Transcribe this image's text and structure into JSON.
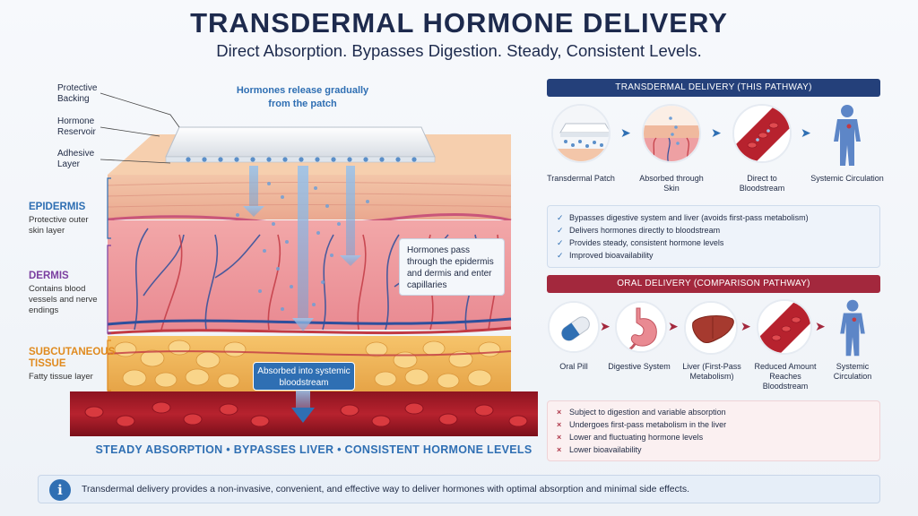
{
  "title": "TRANSDERMAL HORMONE DELIVERY",
  "subtitle": "Direct Absorption. Bypasses Digestion. Steady, Consistent Levels.",
  "diagram": {
    "patch_labels": {
      "protective_backing": "Protective Backing",
      "hormone_reservoir": "Hormone Reservoir",
      "adhesive_layer": "Adhesive Layer"
    },
    "release_callout": "Hormones release gradually from the patch",
    "layers": {
      "epidermis": {
        "title": "EPIDERMIS",
        "desc": "Protective outer skin layer",
        "color": "#2f6fb3"
      },
      "dermis": {
        "title": "DERMIS",
        "desc": "Contains blood vessels and nerve endings",
        "color": "#7b3fa0"
      },
      "subcutaneous": {
        "title": "SUBCUTANEOUS TISSUE",
        "desc": "Fatty tissue layer",
        "color": "#e08a1e"
      }
    },
    "pass_callout": "Hormones pass through the epidermis and dermis and enter capillaries",
    "absorbed_label": "Absorbed into systemic bloodstream",
    "bottom_tagline": "STEADY ABSORPTION • BYPASSES LIVER • CONSISTENT HORMONE LEVELS"
  },
  "transdermal": {
    "header": "TRANSDERMAL DELIVERY (THIS PATHWAY)",
    "steps": [
      {
        "label": "Transdermal Patch",
        "icon": "patch-icon"
      },
      {
        "label": "Absorbed through Skin",
        "icon": "skin-icon"
      },
      {
        "label": "Direct to Bloodstream",
        "icon": "blood-vessel-icon"
      },
      {
        "label": "Systemic Circulation",
        "icon": "body-icon"
      }
    ],
    "benefits": [
      "Bypasses digestive system and liver (avoids first-pass metabolism)",
      "Delivers hormones directly to bloodstream",
      "Provides steady, consistent hormone levels",
      "Improved bioavailability"
    ]
  },
  "oral": {
    "header": "ORAL DELIVERY (COMPARISON PATHWAY)",
    "steps": [
      {
        "label": "Oral Pill",
        "icon": "pill-icon"
      },
      {
        "label": "Digestive System",
        "icon": "stomach-icon"
      },
      {
        "label": "Liver (First-Pass Metabolism)",
        "icon": "liver-icon"
      },
      {
        "label": "Reduced Amount Reaches Bloodstream",
        "icon": "blood-vessel-icon"
      },
      {
        "label": "Systemic Circulation",
        "icon": "body-icon"
      }
    ],
    "drawbacks": [
      "Subject to digestion and variable absorption",
      "Undergoes first-pass metabolism in the liver",
      "Lower and fluctuating hormone levels",
      "Lower bioavailability"
    ]
  },
  "footer": {
    "icon": "info-icon",
    "text": "Transdermal delivery provides a non-invasive, convenient, and effective way to deliver hormones with optimal absorption and minimal side effects."
  },
  "colors": {
    "navy": "#1d2a4d",
    "accent_blue": "#2f6fb3",
    "accent_red": "#a3283d"
  }
}
